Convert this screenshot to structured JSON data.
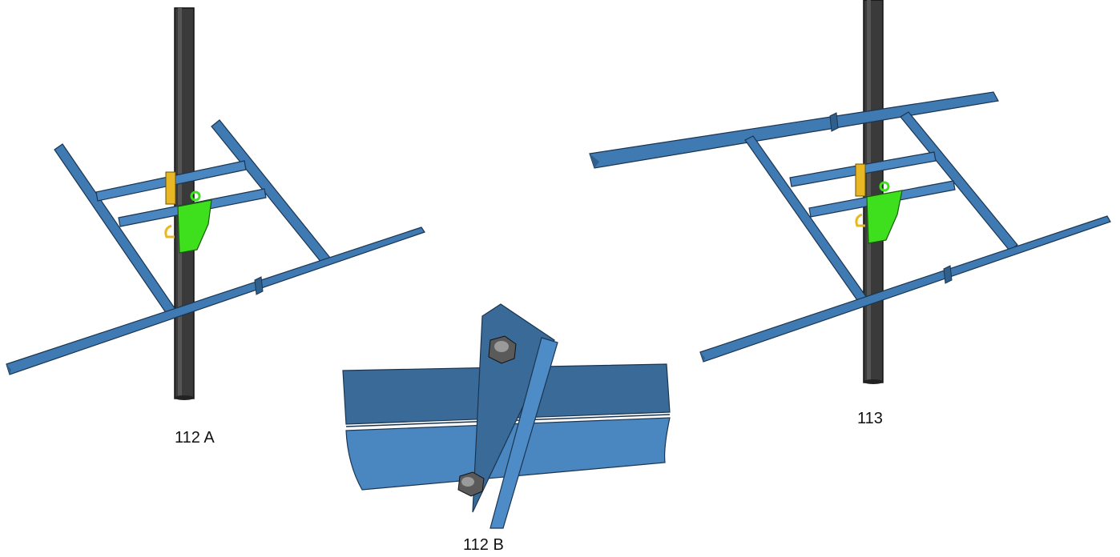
{
  "labels": {
    "fig_a": "112 A",
    "fig_b": "112 B",
    "fig_c": "113"
  },
  "colors": {
    "pole": "#3a3a3a",
    "frame_blue": "#3f7ab2",
    "frame_blue_dark": "#2e5f8d",
    "clamp_green": "#3ee01d",
    "clamp_yellow": "#e8b824",
    "nut_gray": "#5a5a5a"
  }
}
